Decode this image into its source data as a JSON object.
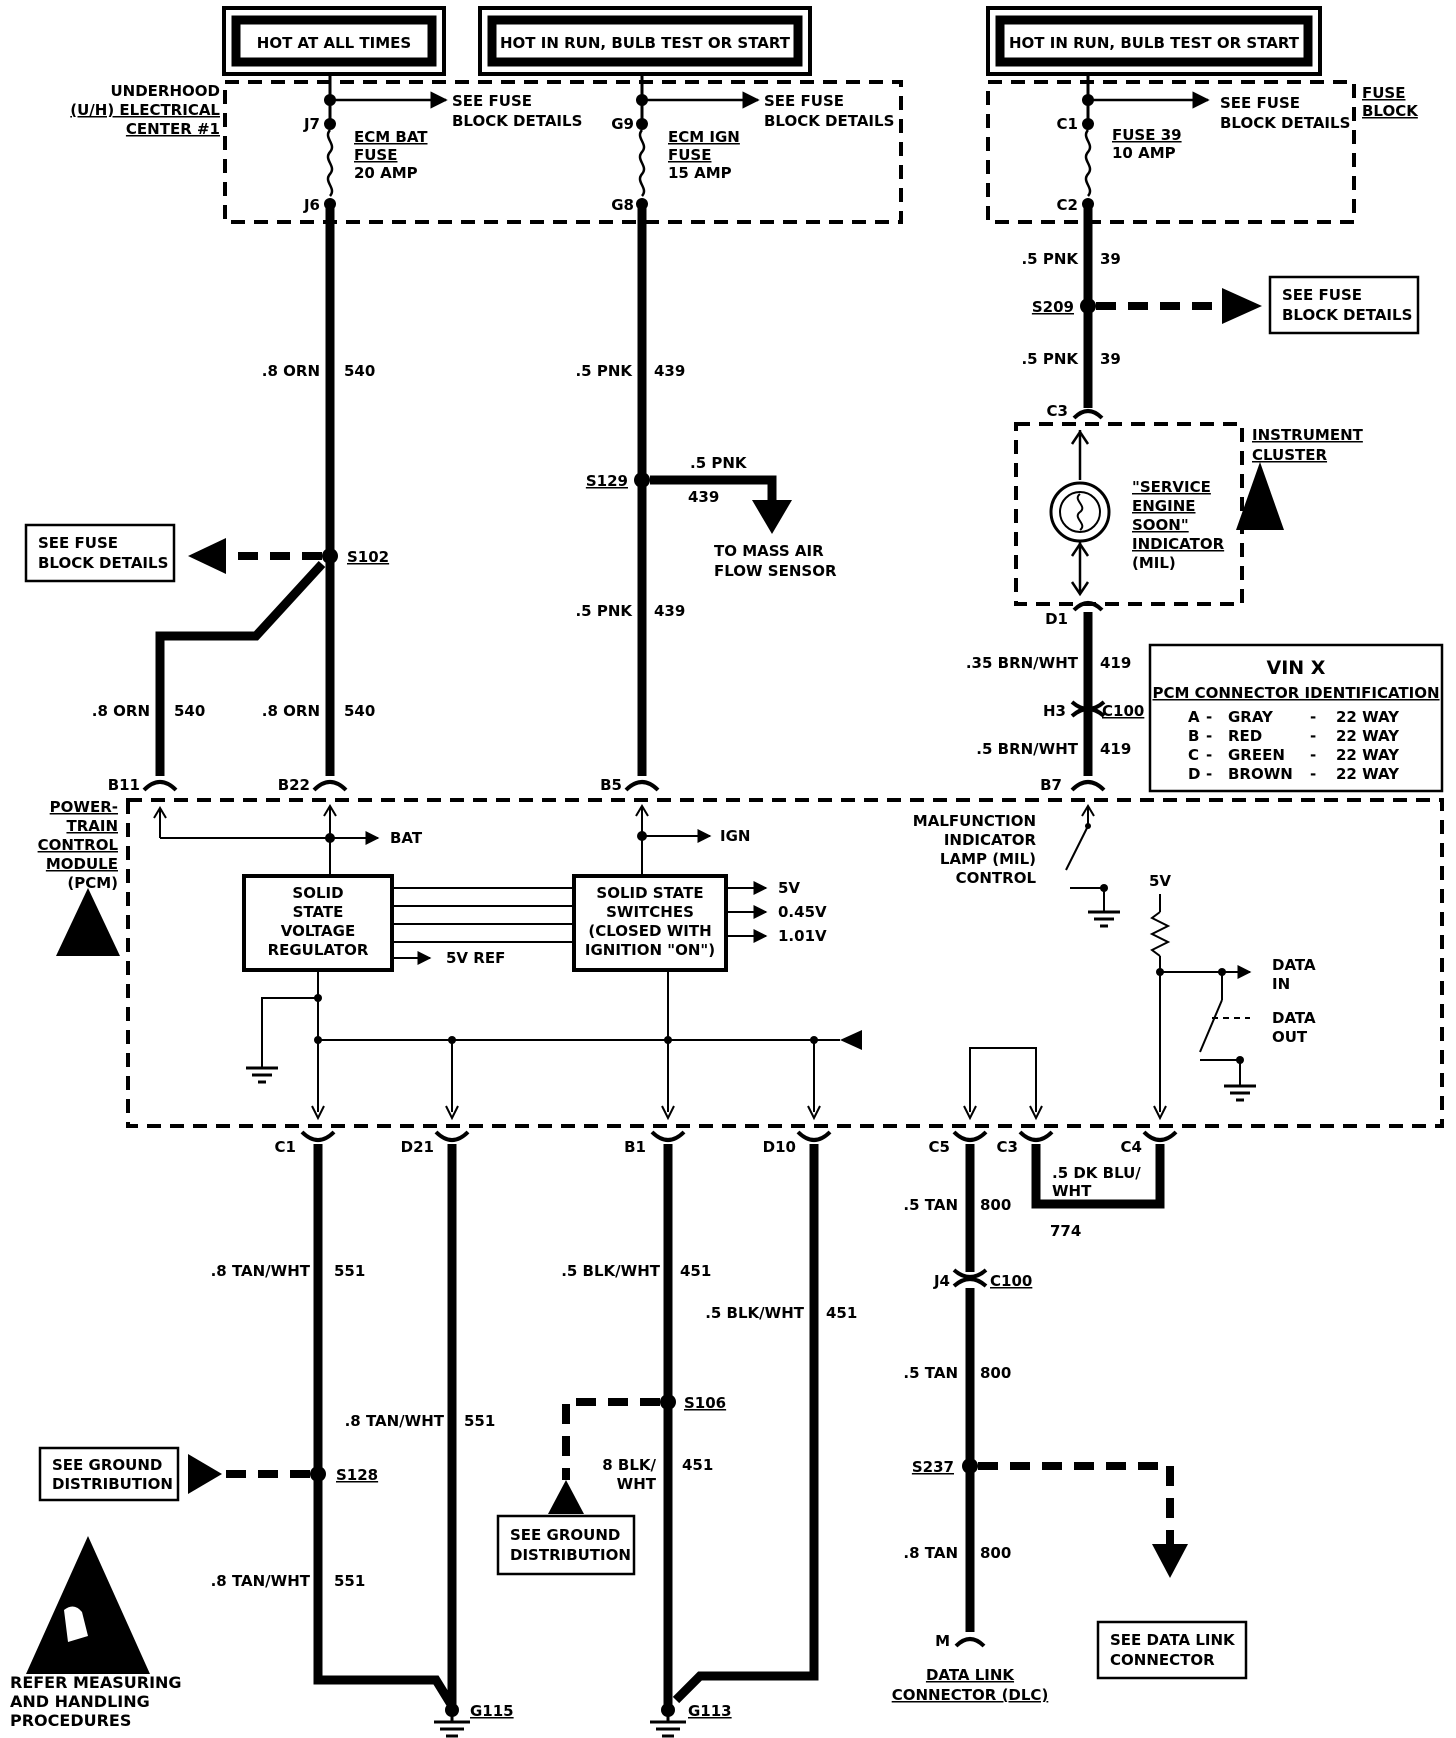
{
  "headers": {
    "hot_all": "HOT AT ALL TIMES",
    "hot_run1": "HOT IN RUN, BULB TEST OR START",
    "hot_run2": "HOT IN RUN, BULB TEST OR START"
  },
  "uh_center": [
    "UNDERHOOD",
    "(U/H) ELECTRICAL",
    "CENTER #1"
  ],
  "fuse_block_label": [
    "FUSE",
    "BLOCK"
  ],
  "see_fuse_block_details": [
    "SEE FUSE",
    "BLOCK DETAILS"
  ],
  "fuses": {
    "ecm_bat": {
      "in": "J7",
      "out": "J6",
      "name": [
        "ECM BAT",
        "FUSE"
      ],
      "rating": "20 AMP"
    },
    "ecm_ign": {
      "in": "G9",
      "out": "G8",
      "name": [
        "ECM IGN",
        "FUSE"
      ],
      "rating": "15 AMP"
    },
    "fuse39": {
      "in": "C1",
      "out": "C2",
      "name": [
        "FUSE 39"
      ],
      "rating": "10 AMP"
    }
  },
  "wires": {
    "orn540": {
      "gauge": ".8 ORN",
      "circuit": "540"
    },
    "pnk439": {
      "gauge": ".5 PNK",
      "circuit": "439"
    },
    "pnk39": {
      "gauge": ".5 PNK",
      "circuit": "39"
    },
    "brnwht419a": {
      "gauge": ".35 BRN/WHT",
      "circuit": "419"
    },
    "brnwht419b": {
      "gauge": ".5 BRN/WHT",
      "circuit": "419"
    },
    "tanwht551": {
      "gauge": ".8 TAN/WHT",
      "circuit": "551"
    },
    "blkwht451": {
      "gauge": ".5 BLK/WHT",
      "circuit": "451"
    },
    "blkwht451b": {
      "gauge": [
        "8 BLK/",
        "WHT"
      ],
      "circuit": "451"
    },
    "tan800": {
      "gauge": ".5 TAN",
      "circuit": "800"
    },
    "tan800b": {
      "gauge": ".8 TAN",
      "circuit": "800"
    },
    "dkblu774": {
      "gauge": [
        ".5 DK BLU/",
        "WHT"
      ],
      "circuit": "774"
    }
  },
  "splices": {
    "s102": "S102",
    "s129": "S129",
    "s209": "S209",
    "s128": "S128",
    "s106": "S106",
    "s237": "S237"
  },
  "maf": [
    "TO MASS AIR",
    "FLOW SENSOR"
  ],
  "instrument_cluster": [
    "INSTRUMENT",
    "CLUSTER"
  ],
  "mil": [
    "\"SERVICE",
    "ENGINE",
    "SOON\"",
    "INDICATOR",
    "(MIL)"
  ],
  "connectors": {
    "c3": "C3",
    "d1": "D1",
    "h3": "H3",
    "c100": "C100",
    "b7": "B7",
    "b11": "B11",
    "b22": "B22",
    "b5": "B5",
    "c1": "C1",
    "d21": "D21",
    "b1": "B1",
    "d10": "D10",
    "c5": "C5",
    "c3b": "C3",
    "c4": "C4",
    "j4": "J4",
    "c100b": "C100",
    "m": "M"
  },
  "vin": {
    "title": "VIN X",
    "subtitle": "PCM CONNECTOR IDENTIFICATION",
    "rows": [
      {
        "letter": "A",
        "color": "GRAY",
        "ways": "22 WAY"
      },
      {
        "letter": "B",
        "color": "RED",
        "ways": "22 WAY"
      },
      {
        "letter": "C",
        "color": "GREEN",
        "ways": "22 WAY"
      },
      {
        "letter": "D",
        "color": "BROWN",
        "ways": "22 WAY"
      }
    ]
  },
  "pcm": {
    "label": [
      "POWER-",
      "TRAIN",
      "CONTROL",
      "MODULE",
      "(PCM)"
    ],
    "bat": "BAT",
    "ign": "IGN",
    "regulator": [
      "SOLID",
      "STATE",
      "VOLTAGE",
      "REGULATOR"
    ],
    "switches": [
      "SOLID STATE",
      "SWITCHES",
      "(CLOSED WITH",
      "IGNITION \"ON\")"
    ],
    "outputs": [
      "5V",
      "0.45V",
      "1.01V"
    ],
    "vref": "5V REF",
    "mil_control": [
      "MALFUNCTION",
      "INDICATOR",
      "LAMP (MIL)",
      "CONTROL"
    ],
    "v5": "5V",
    "data_in": [
      "DATA",
      "IN"
    ],
    "data_out": [
      "DATA",
      "OUT"
    ]
  },
  "grounds": {
    "g115": "G115",
    "g113": "G113"
  },
  "see_ground": [
    "SEE GROUND",
    "DISTRIBUTION"
  ],
  "dlc": [
    "DATA LINK",
    "CONNECTOR (DLC)"
  ],
  "see_dlc": [
    "SEE DATA LINK",
    "CONNECTOR"
  ],
  "esd_note": [
    "REFER MEASURING",
    "AND HANDLING",
    "PROCEDURES"
  ]
}
